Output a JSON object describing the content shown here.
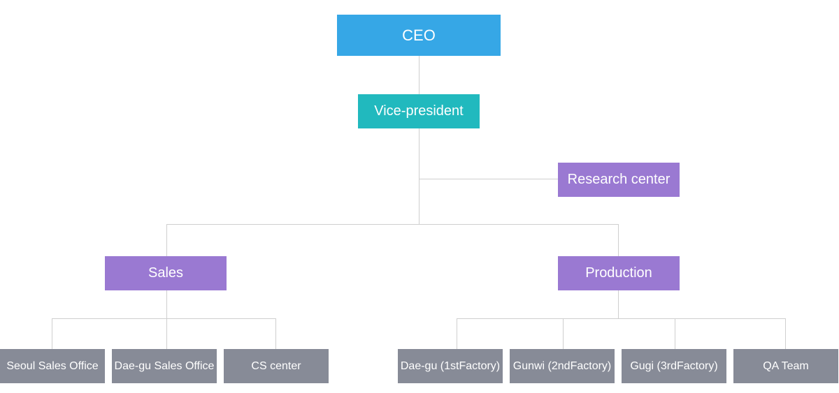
{
  "org_chart": {
    "ceo": "CEO",
    "vice_president": "Vice-president",
    "research_center": "Research center",
    "sales": {
      "label": "Sales",
      "units": [
        "Seoul Sales Office",
        "Dae-gu Sales Office",
        "CS center"
      ]
    },
    "production": {
      "label": "Production",
      "units": [
        "Dae-gu (1stFactory)",
        "Gunwi (2ndFactory)",
        "Gugi (3rdFactory)",
        "QA Team"
      ]
    }
  },
  "colors": {
    "ceo": "#36a7e6",
    "vice_president": "#21b9be",
    "department": "#9a79d2",
    "unit": "#878b97",
    "connector": "#cfcfcf"
  }
}
